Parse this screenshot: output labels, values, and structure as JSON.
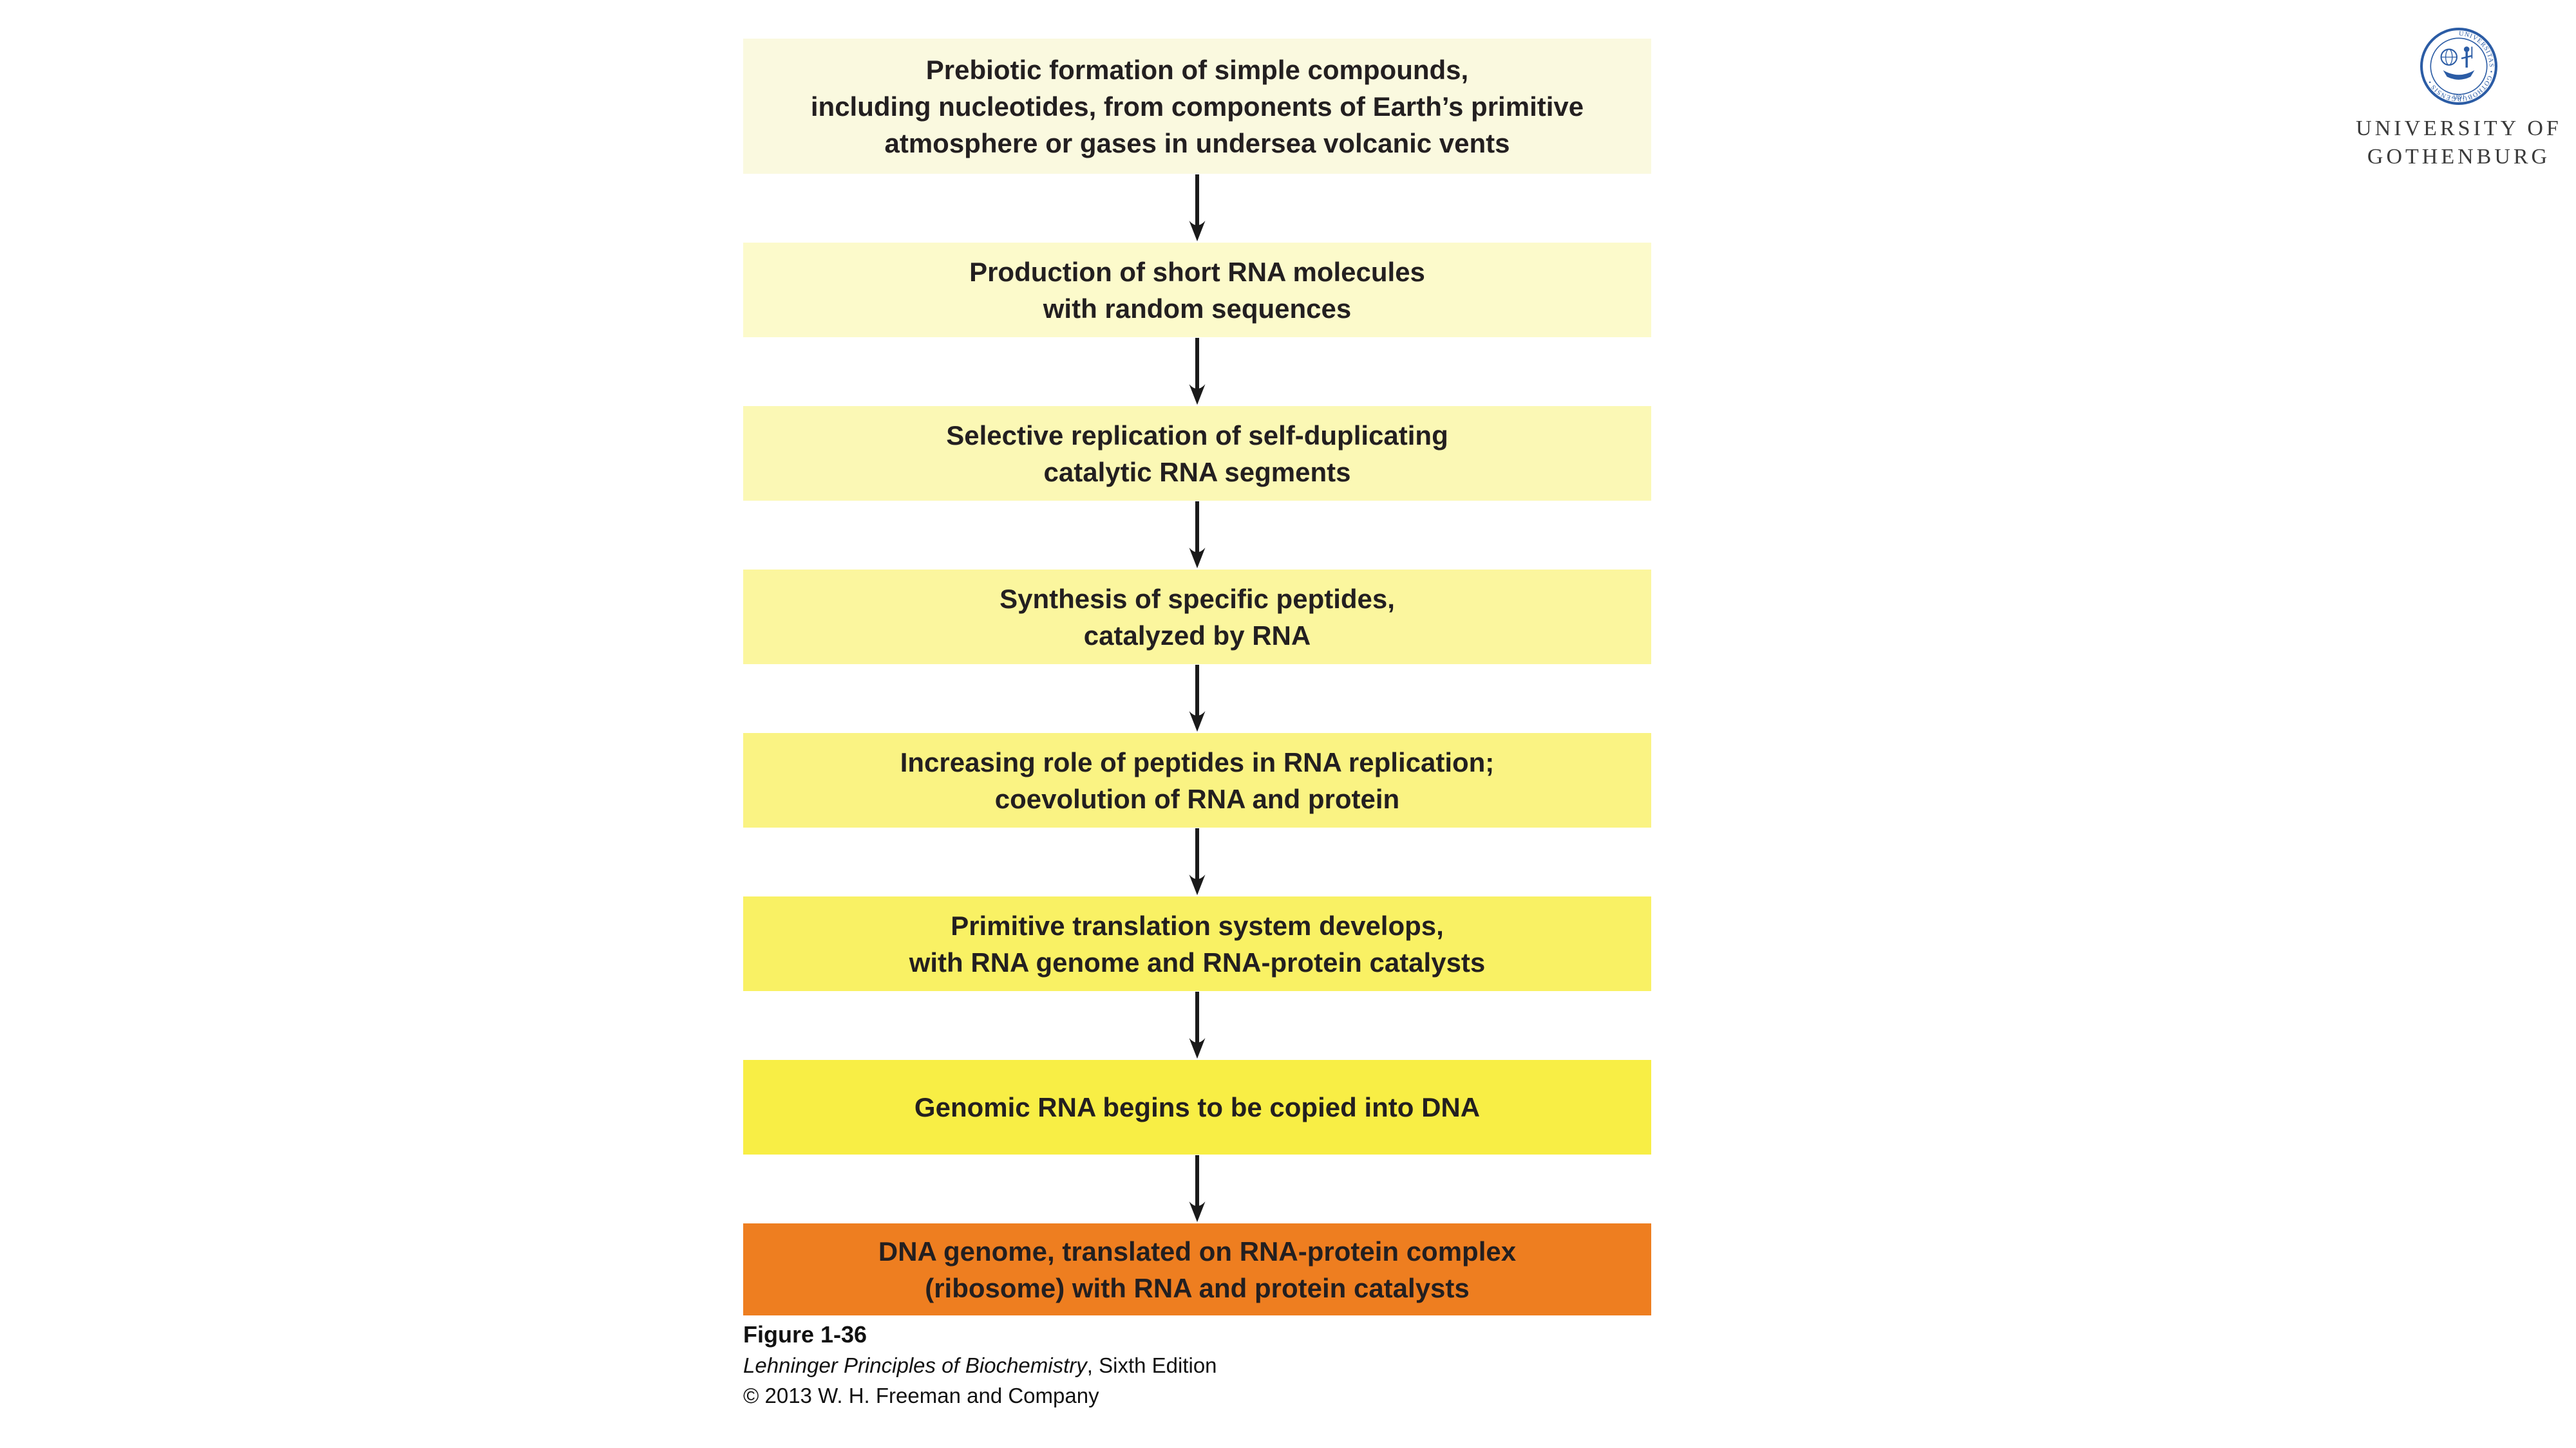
{
  "page": {
    "background": "#ffffff"
  },
  "flowchart": {
    "text_color": "#231F20",
    "arrow_color": "#1a1a1a",
    "steps": [
      {
        "bg": "#FAF9DF",
        "lines": [
          "Prebiotic formation of simple compounds,",
          "including nucleotides, from components of Earth’s primitive",
          "atmosphere or gases in undersea volcanic vents"
        ]
      },
      {
        "bg": "#FCFACB",
        "lines": [
          "Production of short RNA molecules",
          "with random sequences"
        ]
      },
      {
        "bg": "#FBF8B5",
        "lines": [
          "Selective replication of self-duplicating",
          "catalytic RNA segments"
        ]
      },
      {
        "bg": "#FBF69E",
        "lines": [
          "Synthesis of specific peptides,",
          "catalyzed by RNA"
        ]
      },
      {
        "bg": "#FAF383",
        "lines": [
          "Increasing role of peptides in RNA replication;",
          "coevolution of RNA and protein"
        ]
      },
      {
        "bg": "#F9F164",
        "lines": [
          "Primitive translation system develops,",
          "with RNA genome and RNA-protein catalysts"
        ]
      },
      {
        "bg": "#F8EE45",
        "lines": [
          "Genomic RNA begins to be copied into DNA"
        ]
      },
      {
        "bg": "#EE7E20",
        "lines": [
          "DNA genome, translated on RNA-protein complex",
          "(ribosome) with RNA and protein catalysts"
        ]
      }
    ]
  },
  "caption": {
    "figure_label": "Figure 1-36",
    "book_title": "Lehninger Principles of Biochemistry",
    "book_edition": ", Sixth Edition",
    "copyright": "© 2013 W. H. Freeman and Company"
  },
  "logo": {
    "seal_ring_text": "UNIVERSITAS • GOTHOBURGENSIS •",
    "seal_year": "1891",
    "seal_color": "#2B5CA5",
    "name_line1": "UNIVERSITY OF",
    "name_line2": "GOTHENBURG",
    "name_color": "#3a3a3a"
  }
}
